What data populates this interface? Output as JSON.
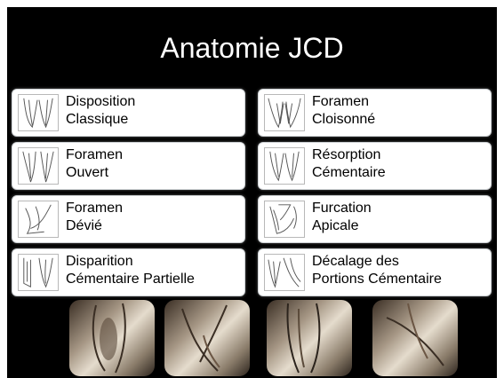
{
  "slide": {
    "title": "Anatomie JCD",
    "cards": [
      {
        "line1": "Disposition",
        "line2": "Classique",
        "icon": "root-classic-icon"
      },
      {
        "line1": "Foramen",
        "line2": "Cloisonné",
        "icon": "root-partitioned-icon"
      },
      {
        "line1": "Foramen",
        "line2": "Ouvert",
        "icon": "root-open-foramen-icon"
      },
      {
        "line1": "Résorption",
        "line2": "Cémentaire",
        "icon": "root-resorption-icon"
      },
      {
        "line1": "Foramen",
        "line2": "Dévié",
        "icon": "root-deviated-icon"
      },
      {
        "line1": "Furcation",
        "line2": "Apicale",
        "icon": "root-furcation-icon"
      },
      {
        "line1": "Disparition",
        "line2": "Cémentaire Partielle",
        "icon": "root-partial-loss-icon"
      },
      {
        "line1": "Décalage des",
        "line2": "Portions Cémentaire",
        "icon": "root-offset-icon"
      }
    ],
    "photos": [
      "tooth-section-photo-1",
      "tooth-section-photo-2",
      "tooth-section-photo-3",
      "tooth-section-photo-4"
    ],
    "colors": {
      "background": "#000000",
      "title": "#ffffff",
      "card": "#ffffff",
      "card_border": "#cfd3d6"
    }
  }
}
